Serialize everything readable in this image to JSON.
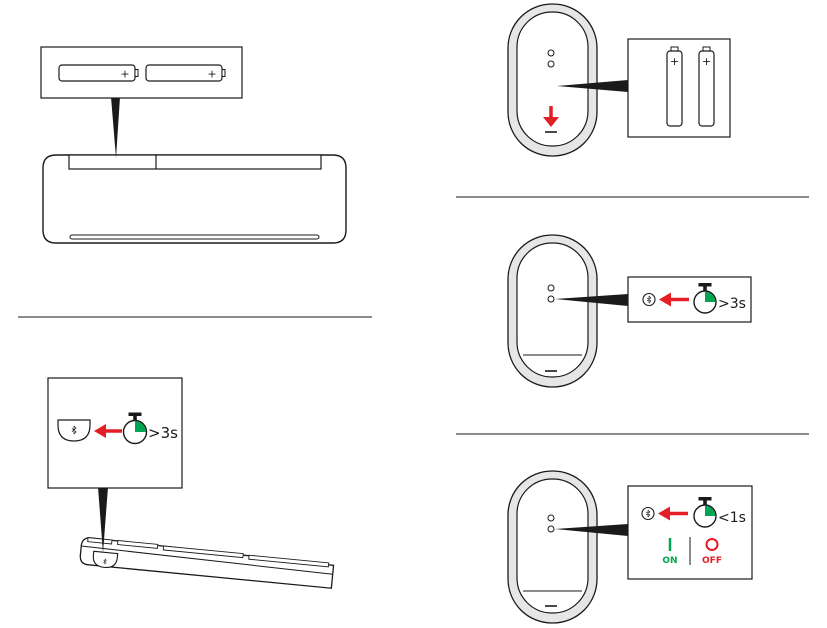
{
  "colors": {
    "ink": "#1a1a1a",
    "accent_red": "#e31e24",
    "accent_green": "#00a651",
    "mouse_shell": "#e6e6e6"
  },
  "icons": {
    "bluetooth": "bluetooth-icon",
    "timer": "stopwatch-icon",
    "arrow": "red-arrow-left-icon",
    "battery": "aa-battery-icon"
  },
  "keyboard_battery": {
    "battery_1_plus": "+",
    "battery_2_plus": "+"
  },
  "mouse_battery": {
    "battery_1_plus": "+",
    "battery_2_plus": "+"
  },
  "keyboard_pairing": {
    "duration": ">3s",
    "timer_fill": 0.25
  },
  "mouse_pairing": {
    "duration": ">3s",
    "timer_fill": 0.25
  },
  "mouse_power": {
    "duration": "<1s",
    "timer_fill": 0.25,
    "on_label": "ON",
    "off_label": "OFF"
  }
}
